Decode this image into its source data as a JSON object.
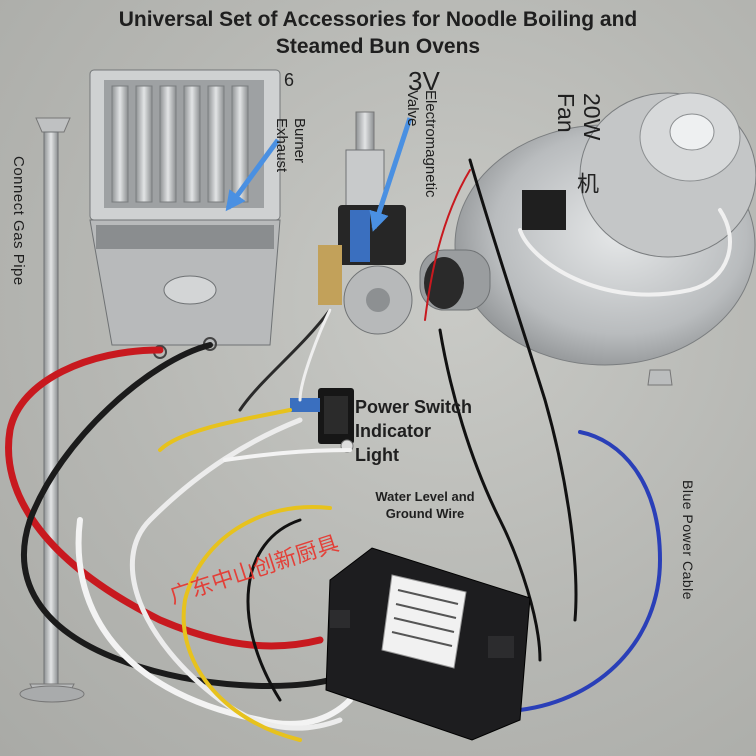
{
  "title": "Universal Set of Accessories for Noodle Boiling and\nSteamed Bun Ovens",
  "labels": {
    "gas_pipe": "Connect Gas Pipe",
    "burner": "Burner\nExhaust",
    "valve": "Electromagnetic\nValve",
    "voltage": "3V",
    "fan": "20W\nFan",
    "fan_char": "机",
    "burner_fragment": "6",
    "power_switch": "Power Switch\nIndicator\nLight",
    "water_level": "Water Level and\nGround Wire",
    "blue_cable": "Blue Power Cable",
    "watermark": "广东中山创新厨具"
  },
  "colors": {
    "arrow": "#4a90e2",
    "watermark": "#e8332b",
    "wire_red": "#c8191f",
    "wire_blue": "#2a3fb8",
    "wire_yellow": "#e7c21d",
    "controller": "#1d1d1f",
    "metal": "#c9cbcc"
  }
}
